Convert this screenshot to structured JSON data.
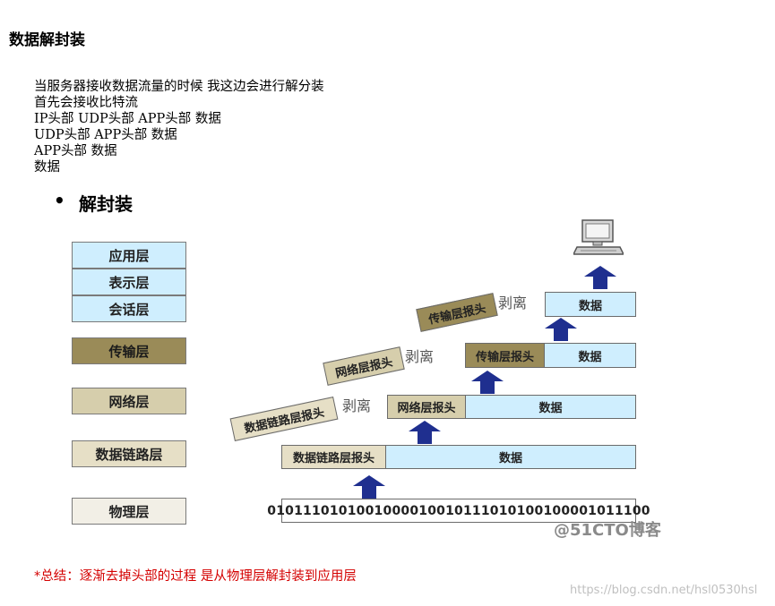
{
  "title": "数据解封装",
  "lines": [
    "当服务器接收数据流量的时候 我这边会进行解分装",
    "首先会接收比特流",
    "IP头部 UDP头部 APP头部 数据",
    "UDP头部 APP头部 数据",
    "APP头部 数据",
    "数据"
  ],
  "bullet": {
    "symbol": "•",
    "text": "解封装"
  },
  "layers": [
    "应用层",
    "表示层",
    "会话层",
    "传输层",
    "网络层",
    "数据链路层",
    "物理层"
  ],
  "diagram": {
    "data_label": "数据",
    "transport_header": "传输层报头",
    "network_header": "网络层报头",
    "link_header": "数据链路层报头",
    "bits": "0101110101001000010010111010100100001011100",
    "strip_label": "剥离"
  },
  "watermark_top": "@51CTO博客",
  "summary": "*总结：逐渐去掉头部的过程 是从物理层解封装到应用层",
  "watermark_bottom": "https://blog.csdn.net/hsl0530hsl",
  "colors": {
    "app": "#cfeefe",
    "transport": "#9a8b58",
    "network": "#d6ceac",
    "link": "#e6dfc6",
    "arrow": "#1f2f8f",
    "summary": "#d40000"
  }
}
